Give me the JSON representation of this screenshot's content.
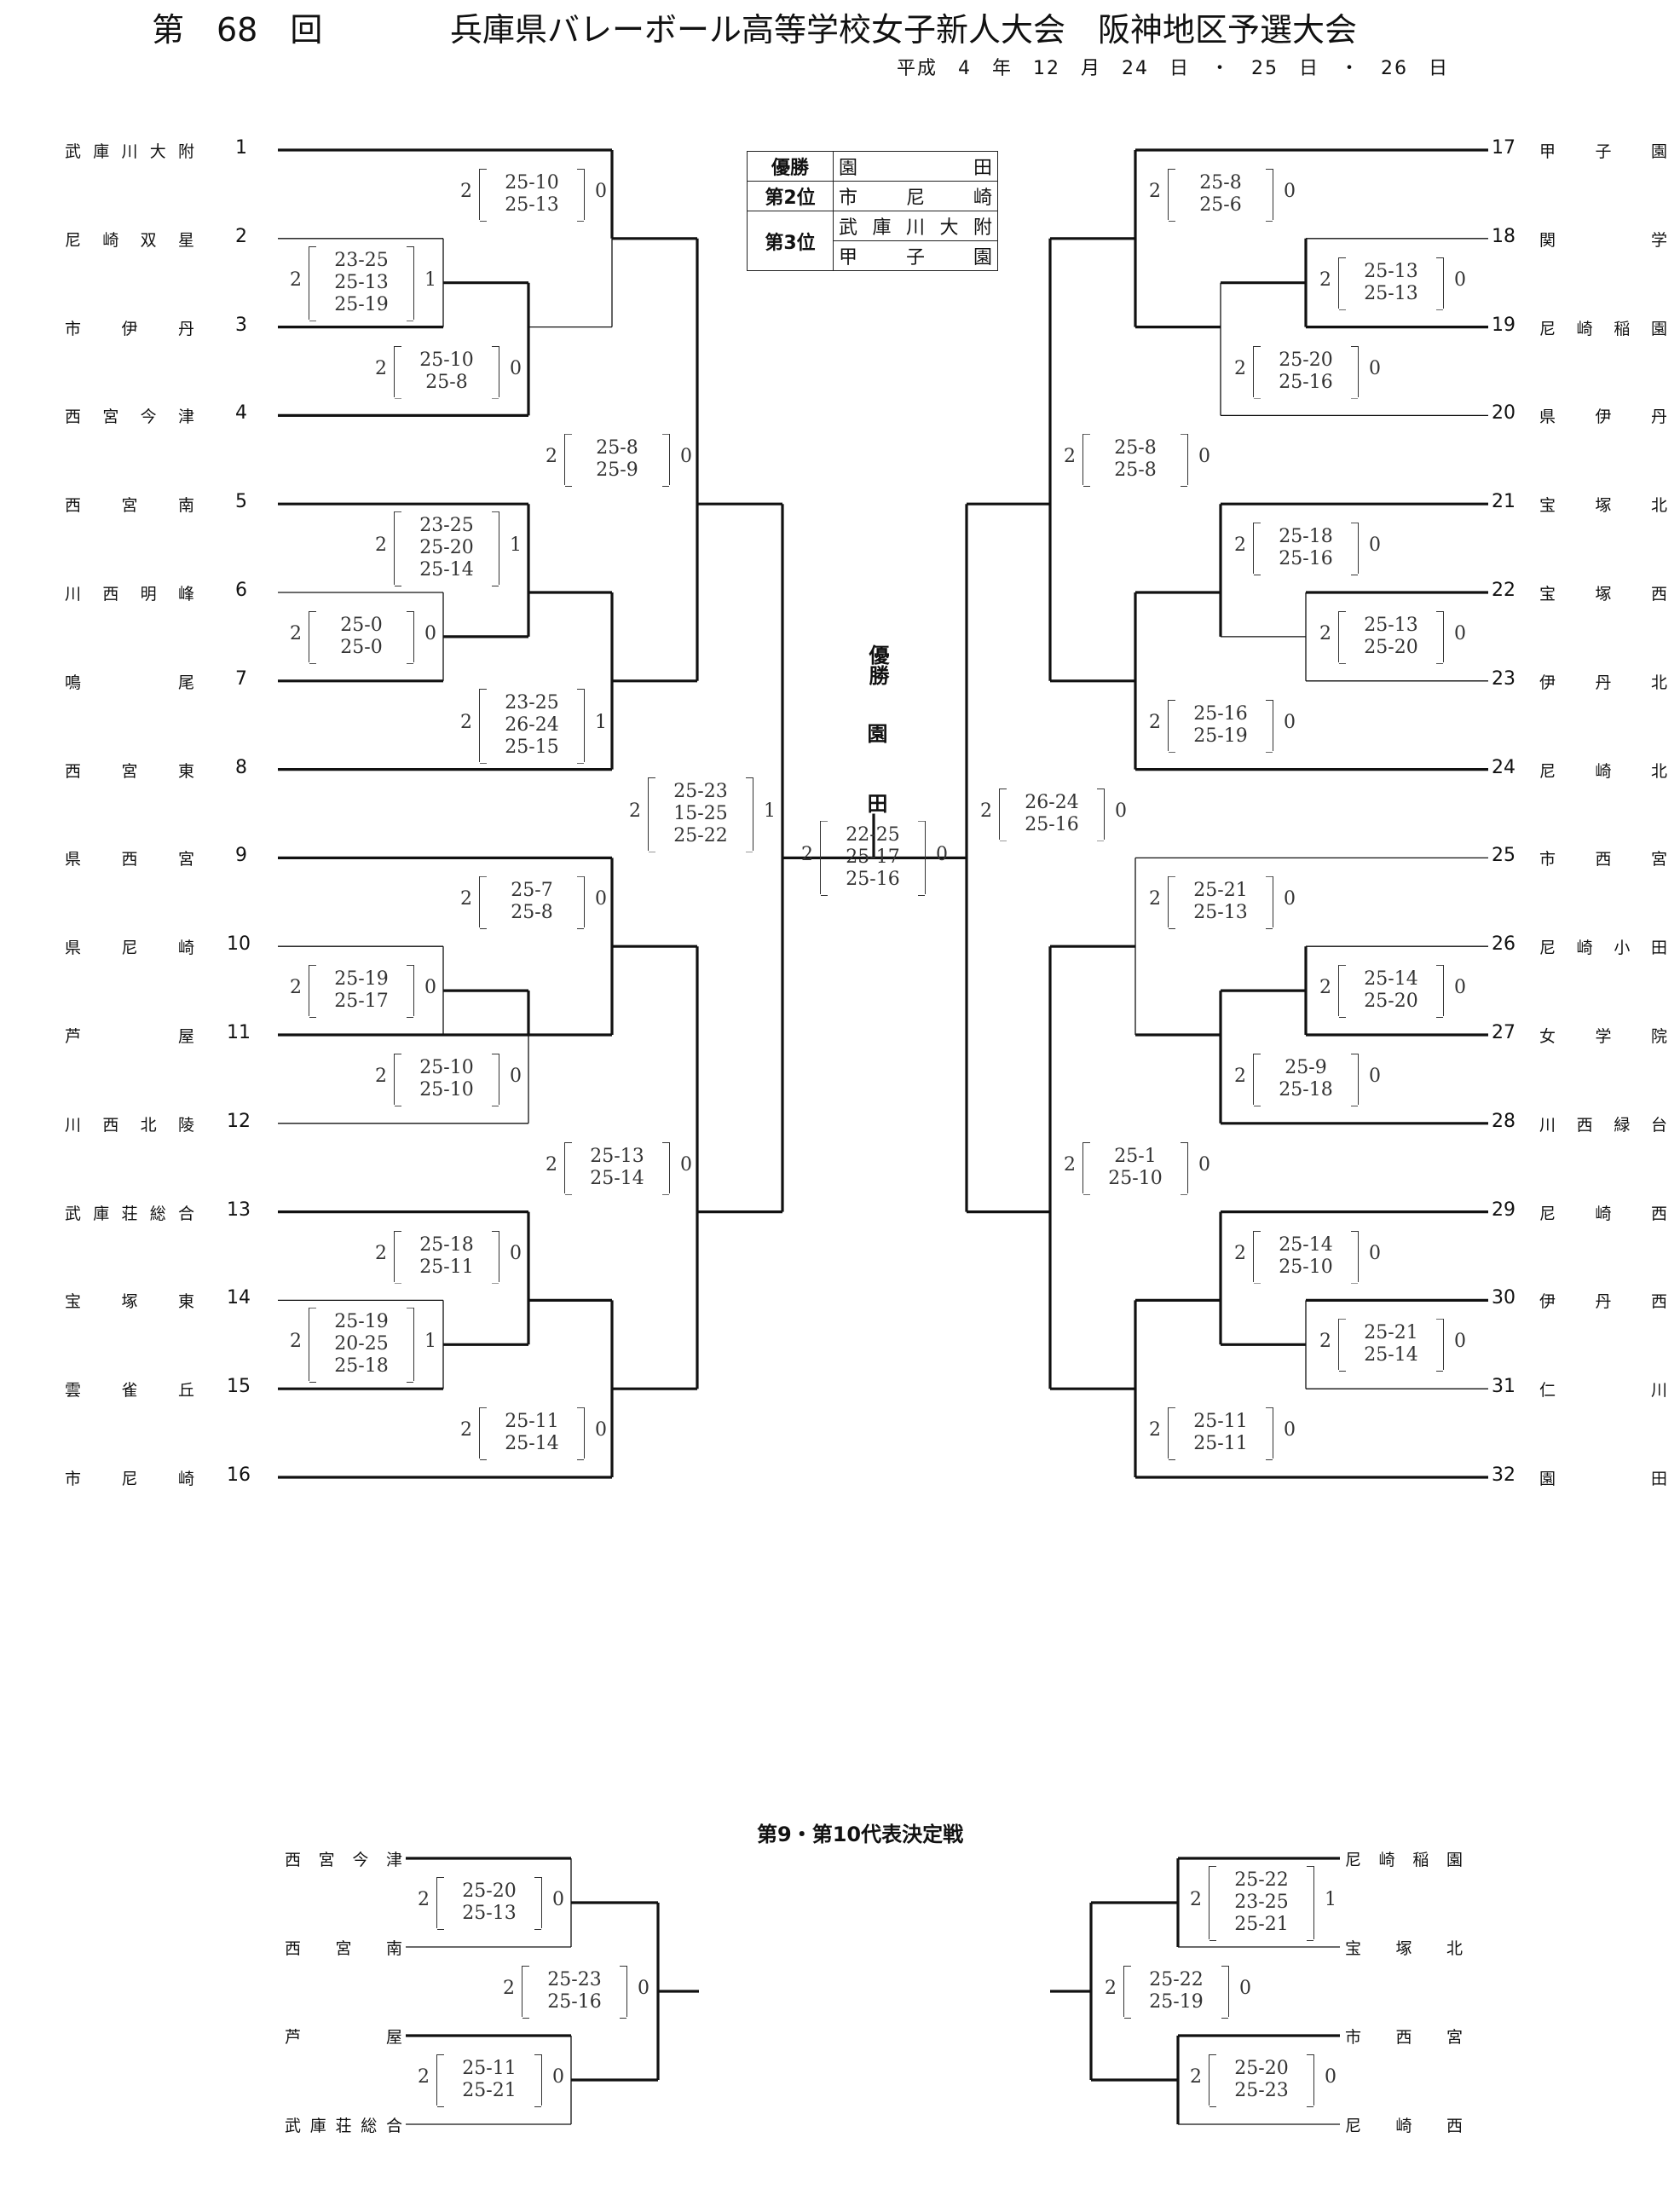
{
  "header": {
    "title_left": "第　68　回",
    "title_main": "兵庫県バレーボール高等学校女子新人大会　阪神地区予選大会",
    "date": "平成　4　年　12　月　24　日　・　25　日　・　26　日"
  },
  "results": [
    {
      "rank": "優勝",
      "teams": [
        "園田"
      ]
    },
    {
      "rank": "第2位",
      "teams": [
        "市尼崎"
      ]
    },
    {
      "rank": "第3位",
      "teams": [
        "武庫川大附",
        "甲子園"
      ]
    }
  ],
  "champion": {
    "label": "優勝",
    "team": "園田"
  },
  "left_teams": [
    {
      "num": "1",
      "name": "武庫川大附"
    },
    {
      "num": "2",
      "name": "尼崎双星"
    },
    {
      "num": "3",
      "name": "市伊丹"
    },
    {
      "num": "4",
      "name": "西宮今津"
    },
    {
      "num": "5",
      "name": "西宮南"
    },
    {
      "num": "6",
      "name": "川西明峰"
    },
    {
      "num": "7",
      "name": "鳴尾"
    },
    {
      "num": "8",
      "name": "西宮東"
    },
    {
      "num": "9",
      "name": "県西宮"
    },
    {
      "num": "10",
      "name": "県尼崎"
    },
    {
      "num": "11",
      "name": "芦屋"
    },
    {
      "num": "12",
      "name": "川西北陵"
    },
    {
      "num": "13",
      "name": "武庫荘総合"
    },
    {
      "num": "14",
      "name": "宝塚東"
    },
    {
      "num": "15",
      "name": "雲雀丘"
    },
    {
      "num": "16",
      "name": "市尼崎"
    }
  ],
  "right_teams": [
    {
      "num": "17",
      "name": "甲子園"
    },
    {
      "num": "18",
      "name": "関学"
    },
    {
      "num": "19",
      "name": "尼崎稲園"
    },
    {
      "num": "20",
      "name": "県伊丹"
    },
    {
      "num": "21",
      "name": "宝塚北"
    },
    {
      "num": "22",
      "name": "宝塚西"
    },
    {
      "num": "23",
      "name": "伊丹北"
    },
    {
      "num": "24",
      "name": "尼崎北"
    },
    {
      "num": "25",
      "name": "市西宮"
    },
    {
      "num": "26",
      "name": "尼崎小田"
    },
    {
      "num": "27",
      "name": "女学院"
    },
    {
      "num": "28",
      "name": "川西緑台"
    },
    {
      "num": "29",
      "name": "尼崎西"
    },
    {
      "num": "30",
      "name": "伊丹西"
    },
    {
      "num": "31",
      "name": "仁川"
    },
    {
      "num": "32",
      "name": "園田"
    }
  ],
  "main_scores": [
    {
      "l": "2",
      "sets": [
        "25-10",
        "25-13"
      ],
      "r": "0"
    },
    {
      "l": "2",
      "sets": [
        "23-25",
        "25-13",
        "25-19"
      ],
      "r": "1"
    },
    {
      "l": "2",
      "sets": [
        "25-10",
        "25-8"
      ],
      "r": "0"
    },
    {
      "l": "2",
      "sets": [
        "25-8",
        "25-9"
      ],
      "r": "0"
    },
    {
      "l": "2",
      "sets": [
        "23-25",
        "25-20",
        "25-14"
      ],
      "r": "1"
    },
    {
      "l": "2",
      "sets": [
        "25-0",
        "25-0"
      ],
      "r": "0"
    },
    {
      "l": "2",
      "sets": [
        "23-25",
        "26-24",
        "25-15"
      ],
      "r": "1"
    },
    {
      "l": "2",
      "sets": [
        "25-23",
        "15-25",
        "25-22"
      ],
      "r": "1"
    },
    {
      "l": "2",
      "sets": [
        "22-25",
        "25-17",
        "25-16"
      ],
      "r": "0"
    },
    {
      "l": "2",
      "sets": [
        "25-7",
        "25-8"
      ],
      "r": "0"
    },
    {
      "l": "2",
      "sets": [
        "25-19",
        "25-17"
      ],
      "r": "0"
    },
    {
      "l": "2",
      "sets": [
        "25-10",
        "25-10"
      ],
      "r": "0"
    },
    {
      "l": "2",
      "sets": [
        "25-13",
        "25-14"
      ],
      "r": "0"
    },
    {
      "l": "2",
      "sets": [
        "25-18",
        "25-11"
      ],
      "r": "0"
    },
    {
      "l": "2",
      "sets": [
        "25-19",
        "20-25",
        "25-18"
      ],
      "r": "1"
    },
    {
      "l": "2",
      "sets": [
        "25-11",
        "25-14"
      ],
      "r": "0"
    },
    {
      "l": "2",
      "sets": [
        "25-8",
        "25-6"
      ],
      "r": "0"
    },
    {
      "l": "2",
      "sets": [
        "25-13",
        "25-13"
      ],
      "r": "0"
    },
    {
      "l": "2",
      "sets": [
        "25-20",
        "25-16"
      ],
      "r": "0"
    },
    {
      "l": "2",
      "sets": [
        "25-8",
        "25-8"
      ],
      "r": "0"
    },
    {
      "l": "2",
      "sets": [
        "25-18",
        "25-16"
      ],
      "r": "0"
    },
    {
      "l": "2",
      "sets": [
        "25-13",
        "25-20"
      ],
      "r": "0"
    },
    {
      "l": "2",
      "sets": [
        "25-16",
        "25-19"
      ],
      "r": "0"
    },
    {
      "l": "2",
      "sets": [
        "26-24",
        "25-16"
      ],
      "r": "0"
    },
    {
      "l": "2",
      "sets": [
        "25-21",
        "25-13"
      ],
      "r": "0"
    },
    {
      "l": "2",
      "sets": [
        "25-14",
        "25-20"
      ],
      "r": "0"
    },
    {
      "l": "2",
      "sets": [
        "25-9",
        "25-18"
      ],
      "r": "0"
    },
    {
      "l": "2",
      "sets": [
        "25-1",
        "25-10"
      ],
      "r": "0"
    },
    {
      "l": "2",
      "sets": [
        "25-14",
        "25-10"
      ],
      "r": "0"
    },
    {
      "l": "2",
      "sets": [
        "25-21",
        "25-14"
      ],
      "r": "0"
    },
    {
      "l": "2",
      "sets": [
        "25-11",
        "25-11"
      ],
      "r": "0"
    }
  ],
  "playoff": {
    "title": "第9・第10代表決定戦",
    "left_teams": [
      "西宮今津",
      "西宮南",
      "芦屋",
      "武庫荘総合"
    ],
    "right_teams": [
      "尼崎稲園",
      "宝塚北",
      "市西宮",
      "尼崎西"
    ],
    "scores": [
      {
        "l": "2",
        "sets": [
          "25-20",
          "25-13"
        ],
        "r": "0"
      },
      {
        "l": "2",
        "sets": [
          "25-23",
          "25-16"
        ],
        "r": "0"
      },
      {
        "l": "2",
        "sets": [
          "25-11",
          "25-21"
        ],
        "r": "0"
      },
      {
        "l": "2",
        "sets": [
          "25-22",
          "23-25",
          "25-21"
        ],
        "r": "1"
      },
      {
        "l": "2",
        "sets": [
          "25-22",
          "25-19"
        ],
        "r": "0"
      },
      {
        "l": "2",
        "sets": [
          "25-20",
          "25-23"
        ],
        "r": "0"
      }
    ]
  }
}
